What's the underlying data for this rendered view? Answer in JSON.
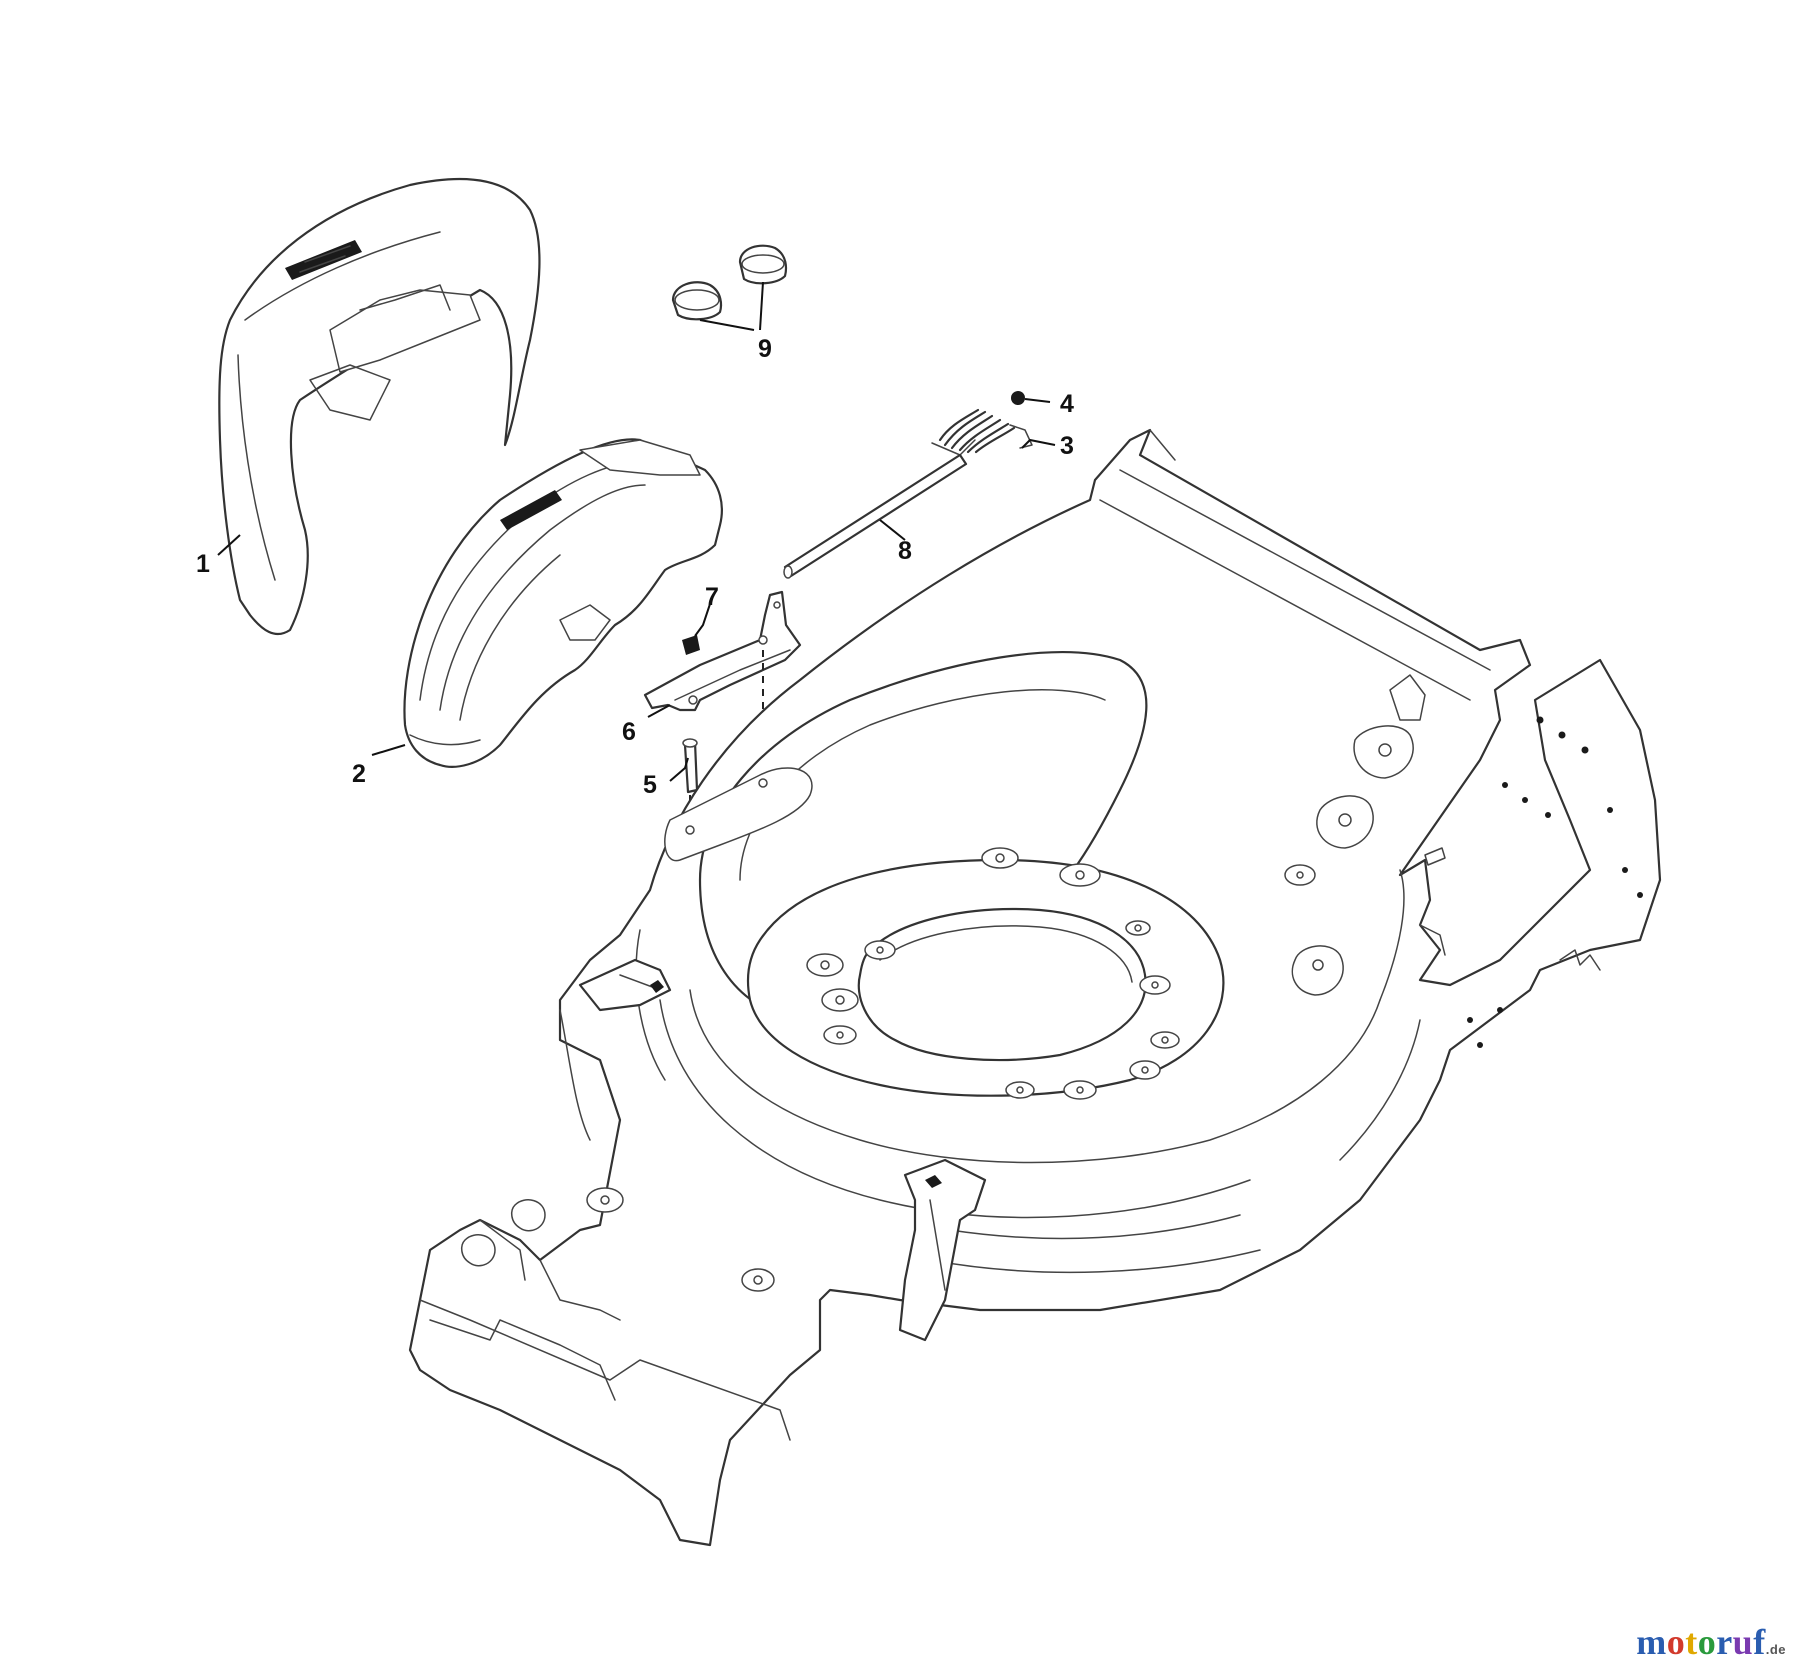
{
  "diagram": {
    "callouts": {
      "c1": "1",
      "c2": "2",
      "c3": "3",
      "c4": "4",
      "c5": "5",
      "c6": "6",
      "c7": "7",
      "c8": "8",
      "c9": "9"
    }
  },
  "watermark": {
    "m": "m",
    "o1": "o",
    "t": "t",
    "o2": "o",
    "r": "r",
    "u": "u",
    "f": "f",
    "tld": ".de"
  }
}
